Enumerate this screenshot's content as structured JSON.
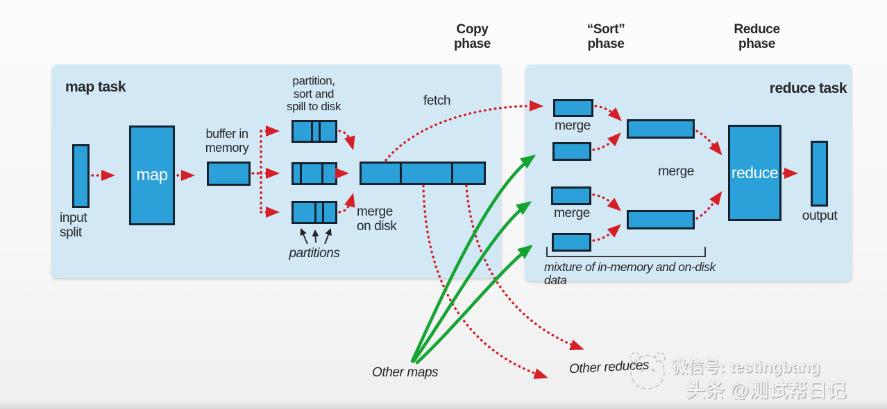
{
  "phase_labels": {
    "copy": "Copy\nphase",
    "sort": "“Sort”\nphase",
    "reduce": "Reduce\nphase"
  },
  "map_task": {
    "title": "map task",
    "input_split_label": "input\nsplit",
    "map_box_label": "map",
    "buffer_label": "buffer in\nmemory",
    "spill_label": "partition,\nsort and\nspill to disk",
    "partitions_label": "partitions",
    "merge_on_disk_label": "merge\non disk",
    "fetch_label": "fetch"
  },
  "reduce_task": {
    "title": "reduce task",
    "merge_label_top": "merge",
    "merge_label_bottom": "merge",
    "merge_label_center": "merge",
    "reduce_box_label": "reduce",
    "output_label": "output",
    "mixture_label": "mixture of in-memory and on-disk data"
  },
  "footer": {
    "other_maps_label": "Other maps",
    "other_reduces_label": "Other reduces"
  },
  "watermark": {
    "line1": "微信号: testingbang",
    "line2": "头条 @测试帮日记"
  },
  "colors": {
    "panel_blue": "#d2e8f5",
    "box_blue": "#2ba0d9",
    "box_border": "#16222e",
    "arrow_red": "#d41f27",
    "arrow_green": "#15a434",
    "text_dark": "#262626"
  }
}
